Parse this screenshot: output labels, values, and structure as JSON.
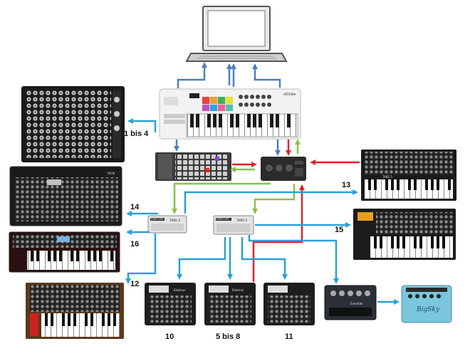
{
  "labels": {
    "ch_1_4": "1 bis 4",
    "ch_13": "13",
    "ch_14": "14",
    "ch_15": "15",
    "ch_16": "16",
    "ch_12": "12",
    "ch_10": "10",
    "ch_5_8": "5 bis 8",
    "ch_11": "11"
  },
  "devices": {
    "controller_brand": "ARTURIA",
    "thru_box_brand": "KENTON",
    "thru_box_model": "THRU-5",
    "synth_1_name": "TAKE 5",
    "synth_2_name": "PEAK",
    "drum_brand": "Elektron",
    "pedal_1_name": "Eventide",
    "pedal_2_name": "BigSky"
  },
  "colors": {
    "usb": "#4a7fc0",
    "midi_out": "#2aa0d8",
    "midi_in": "#d8262c",
    "midi_thru": "#8cc04b"
  }
}
